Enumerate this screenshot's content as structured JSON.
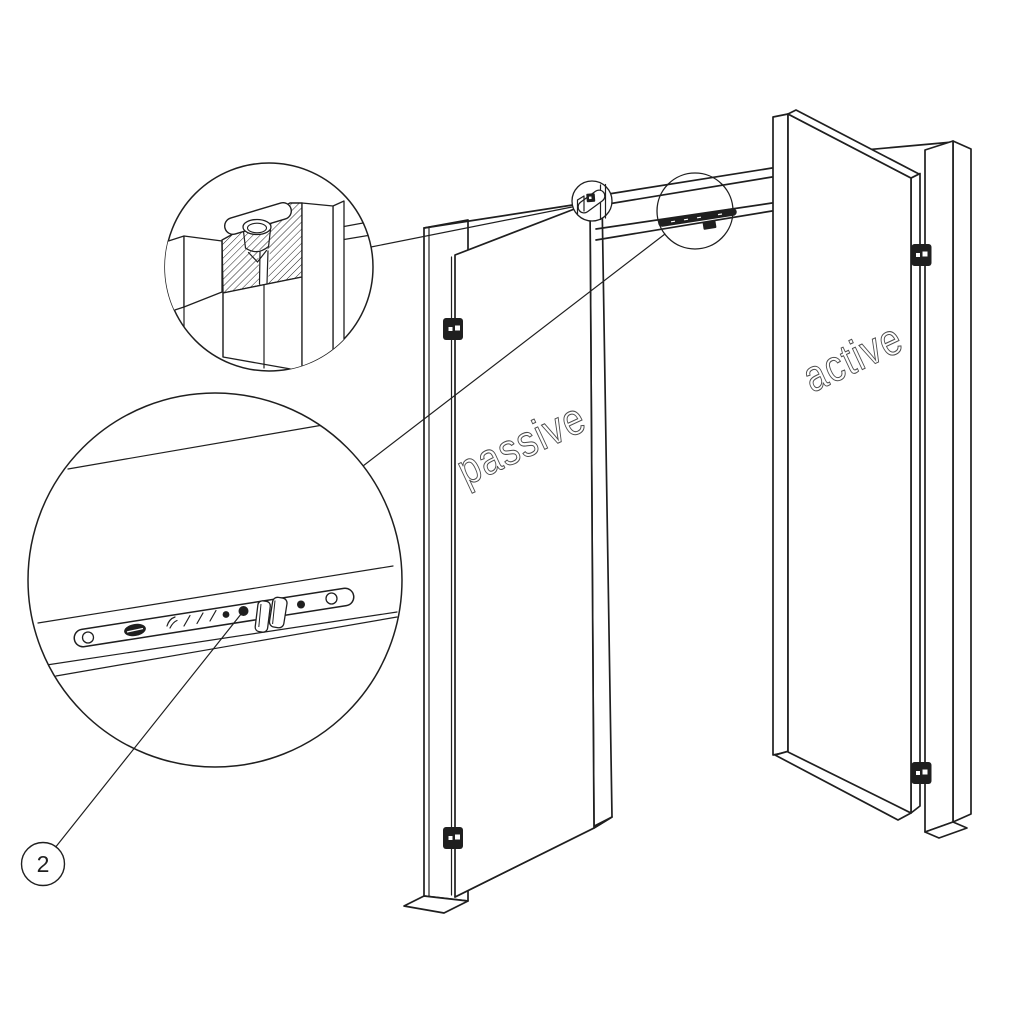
{
  "drawing": {
    "background_color": "#ffffff",
    "line_color": "#1f1f1f",
    "outline_text_color": "#4c4c4c",
    "doors": {
      "passive_label": "passive",
      "active_label": "active"
    },
    "callout": {
      "balloon_label": "2"
    }
  }
}
